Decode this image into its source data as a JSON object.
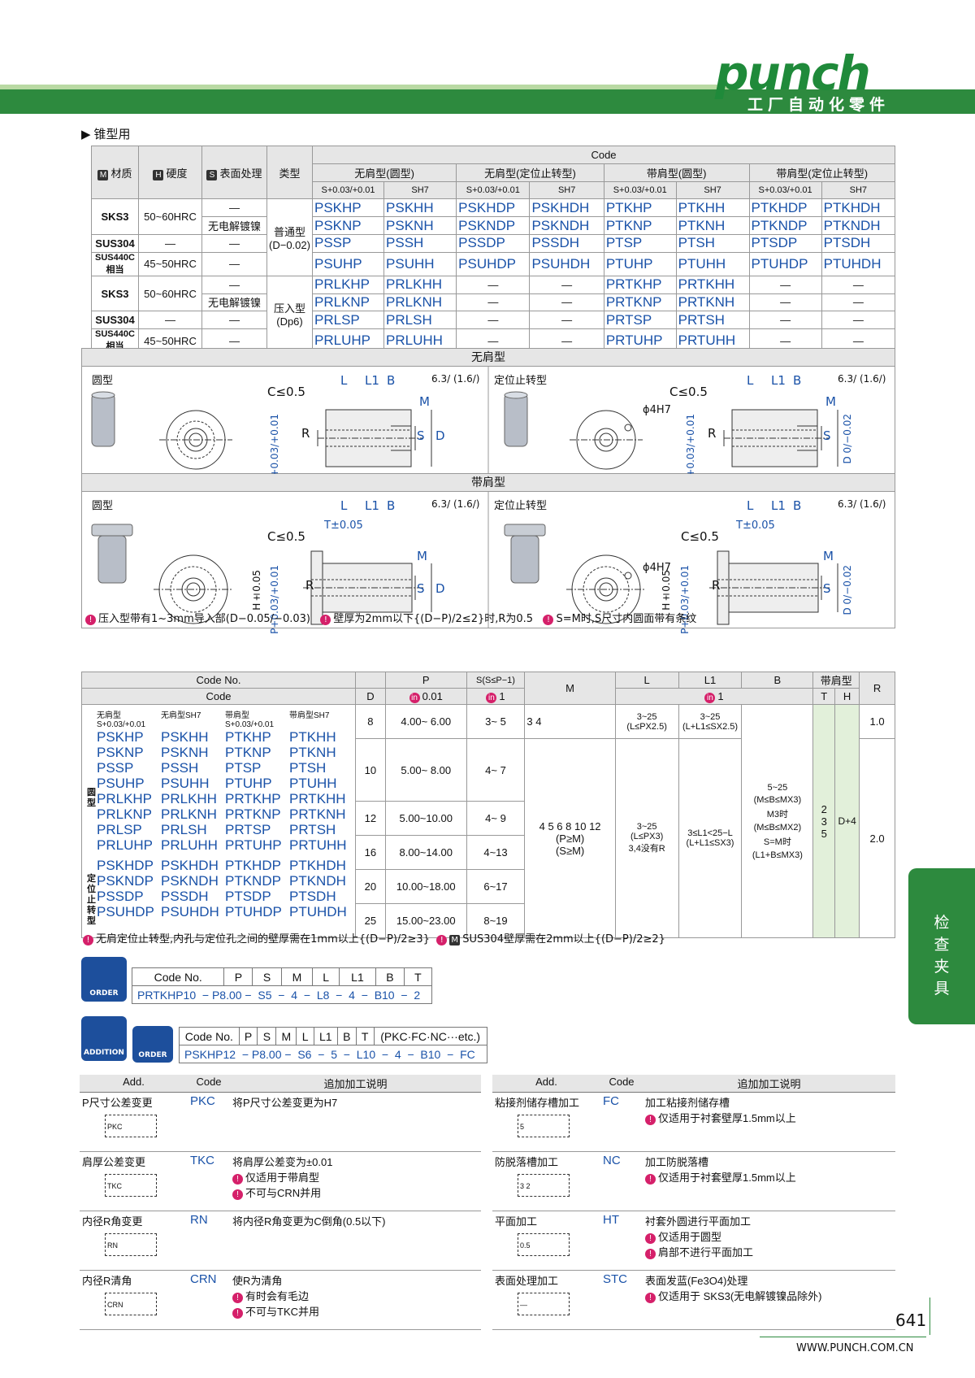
{
  "header": {
    "brand": "punch",
    "brand_sub": "工厂自动化零件"
  },
  "section_title": "锥型用",
  "spec_table": {
    "h_material": "材质",
    "h_hardness": "硬度",
    "h_surface": "表面处理",
    "h_type": "类型",
    "icon_m": "M",
    "icon_h": "H",
    "icon_s": "S",
    "code": "Code",
    "groups": [
      "无肩型(圆型)",
      "无肩型(定位止转型)",
      "带肩型(圆型)",
      "带肩型(定位止转型)"
    ],
    "tol_s": "S+0.03/+0.01",
    "tol_sh7": "SH7",
    "rows": [
      {
        "mat": "SKS3",
        "hard": "50~60HRC",
        "surf": "—",
        "codes": [
          "PSKHP",
          "PSKHH",
          "PSKHDP",
          "PSKHDH",
          "PTKHP",
          "PTKHH",
          "PTKHDP",
          "PTKHDH"
        ]
      },
      {
        "mat": "",
        "hard": "",
        "surf": "无电解镀镍",
        "codes": [
          "PSKNP",
          "PSKNH",
          "PSKNDP",
          "PSKNDH",
          "PTKNP",
          "PTKNH",
          "PTKNDP",
          "PTKNDH"
        ]
      },
      {
        "mat": "SUS304",
        "hard": "—",
        "surf": "—",
        "codes": [
          "PSSP",
          "PSSH",
          "PSSDP",
          "PSSDH",
          "PTSP",
          "PTSH",
          "PTSDP",
          "PTSDH"
        ]
      },
      {
        "mat": "SUS440C相当",
        "hard": "45~50HRC",
        "surf": "—",
        "codes": [
          "PSUHP",
          "PSUHH",
          "PSUHDP",
          "PSUHDH",
          "PTUHP",
          "PTUHH",
          "PTUHDP",
          "PTUHDH"
        ]
      },
      {
        "mat": "SKS3",
        "hard": "50~60HRC",
        "surf": "—",
        "codes": [
          "PRLKHP",
          "PRLKHH",
          "—",
          "—",
          "PRTKHP",
          "PRTKHH",
          "—",
          "—"
        ]
      },
      {
        "mat": "",
        "hard": "",
        "surf": "无电解镀镍",
        "codes": [
          "PRLKNP",
          "PRLKNH",
          "—",
          "—",
          "PRTKNP",
          "PRTKNH",
          "—",
          "—"
        ]
      },
      {
        "mat": "SUS304",
        "hard": "—",
        "surf": "—",
        "codes": [
          "PRLSP",
          "PRLSH",
          "—",
          "—",
          "PRTSP",
          "PRTSH",
          "—",
          "—"
        ]
      },
      {
        "mat": "SUS440C相当",
        "hard": "45~50HRC",
        "surf": "—",
        "codes": [
          "PRLUHP",
          "PRLUHH",
          "—",
          "—",
          "PRTUHP",
          "PRTUHH",
          "—",
          "—"
        ]
      }
    ],
    "type_normal": "普通型",
    "type_normal_tol": "(D−0.02)",
    "type_press": "压入型",
    "type_press_tol": "(Dp6)"
  },
  "drawings": {
    "no_shoulder": "无肩型",
    "with_shoulder": "带肩型",
    "round": "圆型",
    "anti_rot": "定位止转型",
    "chamfer": "C≤0.5",
    "roughness": "6.3/ (1.6/)",
    "r16": "1.6/",
    "L": "L",
    "L1": "L1",
    "B": "B",
    "M": "M",
    "S": "S",
    "D": "D",
    "P": "P",
    "R": "R",
    "H": "H",
    "p_tol": "P+0.03/+0.01",
    "d_tol": "D 0/−0.02",
    "phi4": "ϕ4H7",
    "t_tol": "T±0.05",
    "h_tol": "H±0.05"
  },
  "notes1": [
    "压入型带有1~3mm导入部(D−0.05/−0.03)",
    "壁厚为2mm以下{(D−P)/2≤2}时,R为0.5",
    "S=M时,S尺寸内圆面带有条纹"
  ],
  "dim_table": {
    "h_code_no": "Code No.",
    "h_code": "Code",
    "h_d": "D",
    "h_p": "P",
    "h_p_sub": "0.01",
    "h_s": "S(S≤P−1)",
    "h_s_sub": "1",
    "h_m": "M",
    "h_l": "L",
    "h_l1": "L1",
    "h_b": "B",
    "h_lb_sub": "1",
    "h_sh": "带肩型",
    "h_t": "T",
    "h_h": "H",
    "h_r": "R",
    "col_labels": [
      "无肩型S+0.03/+0.01",
      "无肩型SH7",
      "带肩型S+0.03/+0.01",
      "带肩型SH7"
    ],
    "round_label": "圆型",
    "anti_label": "定位止转型",
    "round_codes": [
      [
        "PSKHP",
        "PSKHH",
        "PTKHP",
        "PTKHH"
      ],
      [
        "PSKNP",
        "PSKNH",
        "PTKNP",
        "PTKNH"
      ],
      [
        "PSSP",
        "PSSH",
        "PTSP",
        "PTSH"
      ],
      [
        "PSUHP",
        "PSUHH",
        "PTUHP",
        "PTUHH"
      ],
      [
        "PRLKHP",
        "PRLKHH",
        "PRTKHP",
        "PRTKHH"
      ],
      [
        "PRLKNP",
        "PRLKNH",
        "PRTKNP",
        "PRTKNH"
      ],
      [
        "PRLSP",
        "PRLSH",
        "PRTSP",
        "PRTSH"
      ],
      [
        "PRLUHP",
        "PRLUHH",
        "PRTUHP",
        "PRTUHH"
      ]
    ],
    "anti_codes": [
      [
        "PSKHDP",
        "PSKHDH",
        "PTKHDP",
        "PTKHDH"
      ],
      [
        "PSKNDP",
        "PSKNDH",
        "PTKNDP",
        "PTKNDH"
      ],
      [
        "PSSDP",
        "PSSDH",
        "PTSDP",
        "PTSDH"
      ],
      [
        "PSUHDP",
        "PSUHDH",
        "PTUHDP",
        "PTUHDH"
      ]
    ],
    "rows": [
      {
        "d": "8",
        "p": "4.00~ 6.00",
        "s": "3~ 5"
      },
      {
        "d": "10",
        "p": "5.00~ 8.00",
        "s": "4~ 7"
      },
      {
        "d": "12",
        "p": "5.00~10.00",
        "s": "4~ 9"
      },
      {
        "d": "16",
        "p": "8.00~14.00",
        "s": "4~13"
      },
      {
        "d": "20",
        "p": "10.00~18.00",
        "s": "6~17"
      },
      {
        "d": "25",
        "p": "15.00~23.00",
        "s": "8~19"
      }
    ],
    "m_first": "3 4",
    "m_rest": "4 5 6 8 10 12",
    "m_rest2": "(P≥M)",
    "m_rest3": "(S≥M)",
    "l_first": "3~25",
    "l_first2": "(L≤PX2.5)",
    "l1_first": "3~25",
    "l1_first2": "(L+L1≤SX2.5)",
    "l_rest": "3~25",
    "l_rest2": "(L≤PX3)",
    "l_rest3": "3,4没有R",
    "l1_rest": "3≤L1<25−L",
    "l1_rest2": "(L+L1≤SX3)",
    "b1": "5~25",
    "b2": "(M≤B≤MX3)",
    "b3": "M3时",
    "b4": "(M≤B≤MX2)",
    "b5": "S=M时",
    "b6": "(L1+B≤MX3)",
    "t_vals": "2\n3\n5",
    "h_val": "D+4",
    "r1": "1.0",
    "r2": "2.0"
  },
  "notes2": [
    "无肩定位止转型,内孔与定位孔之间的壁厚需在1mm以上{(D−P)/2≥3}",
    "SUS304壁厚需在2mm以上{(D−P)/2≥2}"
  ],
  "order1": {
    "label": "ORDER",
    "headers": [
      "Code No.",
      "P",
      "S",
      "M",
      "L",
      "L1",
      "B",
      "T"
    ],
    "values": [
      "PRTKHP10",
      "− P8.00 −",
      "S5",
      "−",
      "4",
      "−",
      "L8",
      "−",
      "4",
      "−",
      "B10",
      "−",
      "2"
    ]
  },
  "order2": {
    "label_add": "ADDITION",
    "label_order": "ORDER",
    "headers": [
      "Code No.",
      "P",
      "S",
      "M",
      "L",
      "L1",
      "B",
      "T",
      "(PKC·FC·NC···etc.)"
    ],
    "values": [
      "PSKHP12",
      "− P8.00 −",
      "S6",
      "−",
      "5",
      "−",
      "L10",
      "−",
      "4",
      "−",
      "B10",
      "−",
      "FC"
    ]
  },
  "add_table": {
    "headers": [
      "Add.",
      "Code",
      "追加加工说明"
    ],
    "left": [
      {
        "name": "P尺寸公差变更",
        "code": "PKC",
        "desc": [
          "将P尺寸公差变更为H7"
        ],
        "fig": "PKC"
      },
      {
        "name": "肩厚公差变更",
        "code": "TKC",
        "desc": [
          "将肩厚公差变为±0.01",
          "仅适用于带肩型",
          "不可与CRN并用"
        ],
        "fig": "TKC"
      },
      {
        "name": "内径R角变更",
        "code": "RN",
        "desc": [
          "将内径R角变更为C倒角(0.5以下)"
        ],
        "fig": "RN"
      },
      {
        "name": "内径R清角",
        "code": "CRN",
        "desc": [
          "使R为清角",
          "有时会有毛边",
          "不可与TKC并用"
        ],
        "fig": "CRN"
      }
    ],
    "right": [
      {
        "name": "粘接剂储存槽加工",
        "code": "FC",
        "desc": [
          "加工粘接剂储存槽",
          "仅适用于衬套壁厚1.5mm以上"
        ],
        "fig": "5"
      },
      {
        "name": "防脱落槽加工",
        "code": "NC",
        "desc": [
          "加工防脱落槽",
          "仅适用于衬套壁厚1.5mm以上"
        ],
        "fig": "3 2"
      },
      {
        "name": "平面加工",
        "code": "HT",
        "desc": [
          "衬套外圆进行平面加工",
          "仅适用于圆型",
          "肩部不进行平面加工"
        ],
        "fig": "0.5"
      },
      {
        "name": "表面处理加工",
        "code": "STC",
        "desc": [
          "表面发蓝(Fe3O4)处理",
          "仅适用于 SKS3(无电解镀镍品除外)"
        ],
        "fig": "—"
      }
    ]
  },
  "side_tab": "检查夹具",
  "footer": {
    "page": "641",
    "url": "WWW.PUNCH.COM.CN"
  }
}
